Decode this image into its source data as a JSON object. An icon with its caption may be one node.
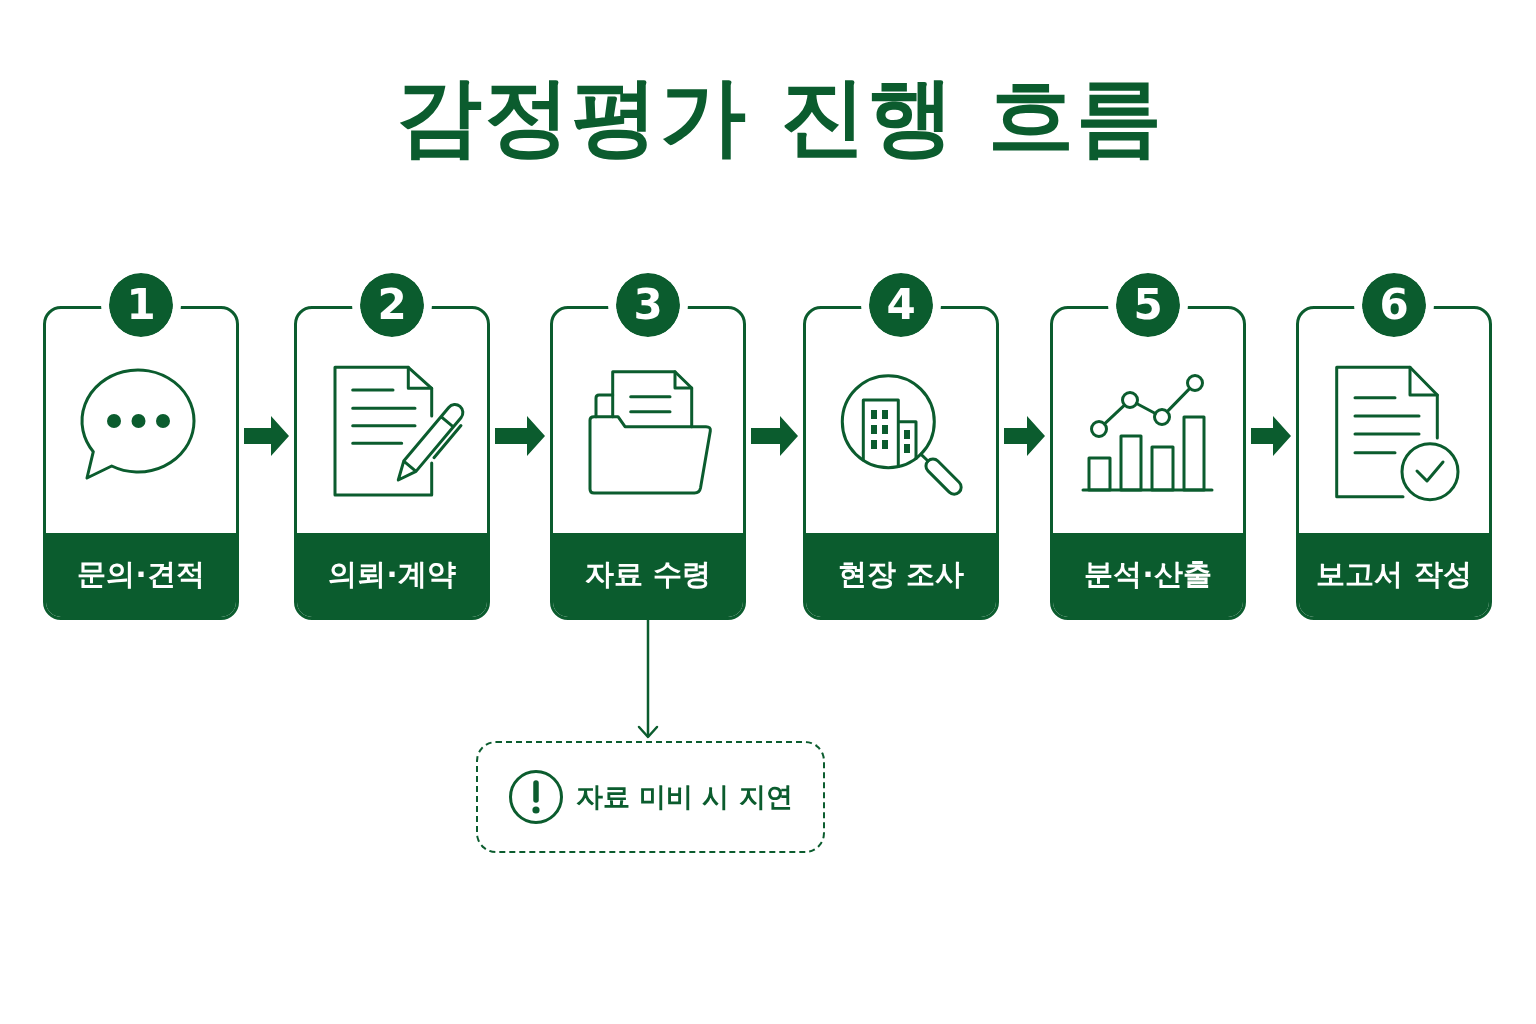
{
  "diagram": {
    "title": "감정평가 진행 흐름",
    "nodes": [
      {
        "text": [
          "1",
          "문의·견적"
        ]
      },
      {
        "text": [
          "2",
          "의뢰·계약"
        ]
      },
      {
        "text": [
          "3",
          "자료 수령"
        ]
      },
      {
        "text": [
          "4",
          "현장 조사"
        ]
      },
      {
        "text": [
          "5",
          "분석·산출"
        ]
      },
      {
        "text": [
          "6",
          "보고서 작성"
        ]
      },
      {
        "text": [
          "자료 미비 시 지연"
        ]
      }
    ],
    "edges": [
      {
        "from": 0,
        "to": 1,
        "arrow": "to",
        "style": "thick"
      },
      {
        "from": 1,
        "to": 2,
        "arrow": "to",
        "style": "thick"
      },
      {
        "from": 2,
        "to": 3,
        "arrow": "to",
        "style": "thick"
      },
      {
        "from": 3,
        "to": 4,
        "arrow": "to",
        "style": "thick"
      },
      {
        "from": 4,
        "to": 5,
        "arrow": "to",
        "style": "thick"
      },
      {
        "from": 2,
        "to": 6,
        "arrow": "to"
      }
    ]
  }
}
